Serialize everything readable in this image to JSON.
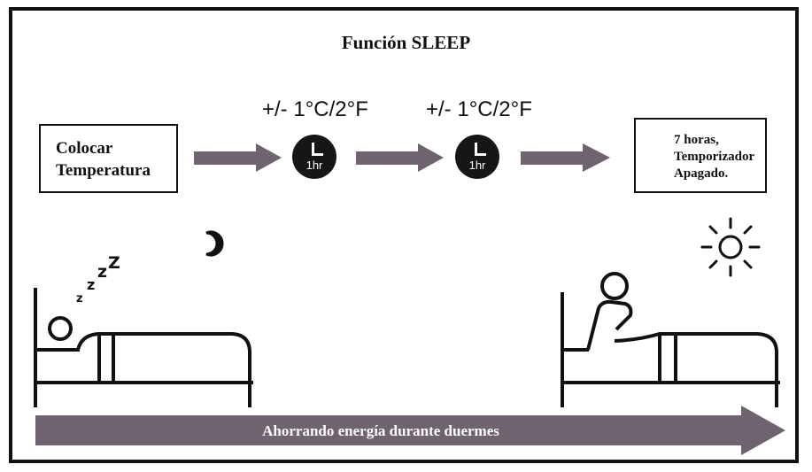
{
  "title": "Función SLEEP",
  "steps": {
    "start_line1": "Colocar",
    "start_line2": "Temperatura",
    "adjust1": "+/- 1°C/2°F",
    "adjust2": "+/- 1°C/2°F",
    "clock1_label": "1hr",
    "clock2_label": "1hr",
    "end_line1": "7 horas,",
    "end_line2": "Temporizador",
    "end_line3": "Apagado."
  },
  "zzz": {
    "z1": "z",
    "z2": "z",
    "z3": "z",
    "z4": "Z"
  },
  "bottom_label": "Ahorrando energía durante duermes",
  "colors": {
    "arrow": "#6f6370",
    "ink": "#111111",
    "background": "#ffffff"
  },
  "icons": [
    "clock-icon",
    "lightbulb-icon",
    "moon-icon",
    "sun-icon",
    "sleeping-person-bed-icon",
    "awake-person-bed-icon"
  ]
}
